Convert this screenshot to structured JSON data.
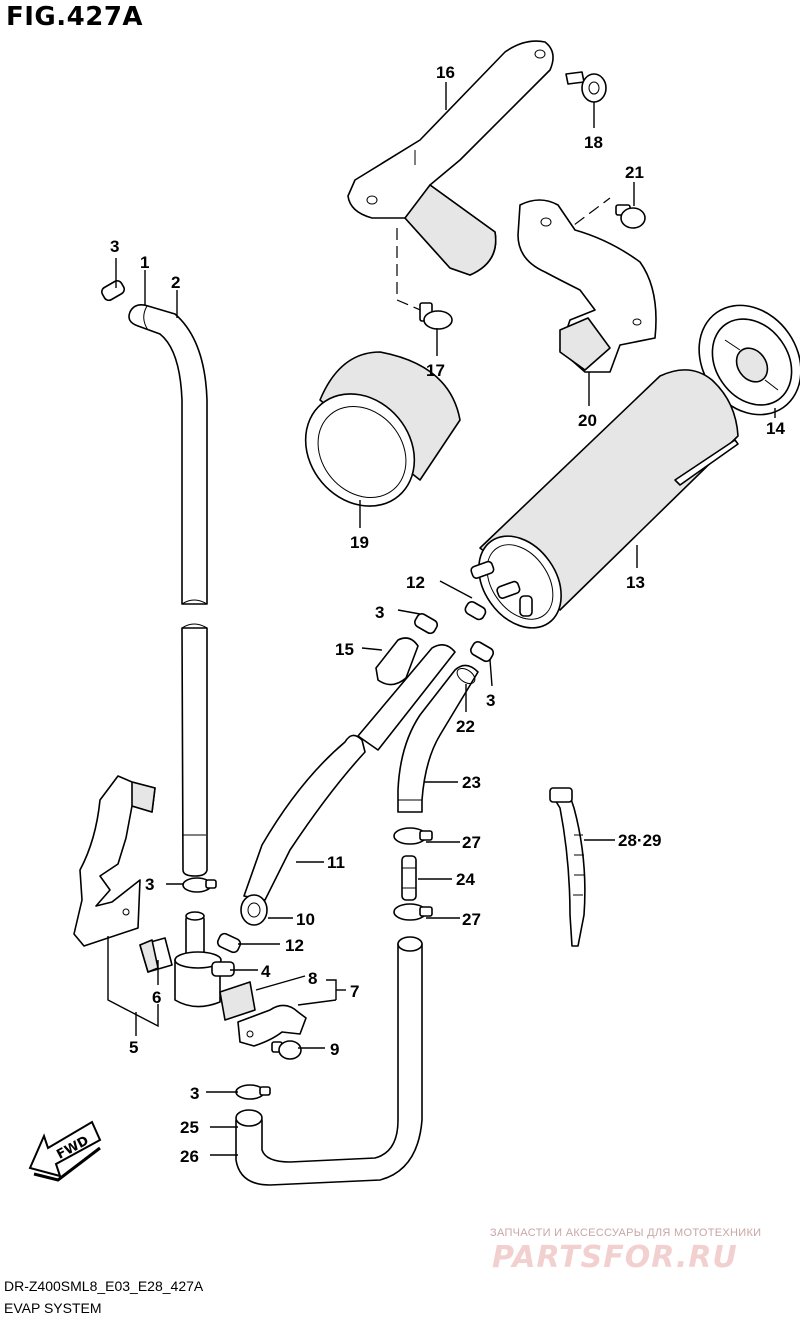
{
  "figure": {
    "title": "FIG.427A",
    "model_code": "DR-Z400SML8_E03_E28_427A",
    "section": "EVAP SYSTEM",
    "fwd_label": "FWD"
  },
  "watermark": {
    "tagline": "ЗАПЧАСТИ И АКСЕССУАРЫ ДЛЯ МОТОТЕХНИКИ",
    "logo": "PARTSFOR.RU"
  },
  "callouts": [
    "1",
    "2",
    "3",
    "3",
    "3",
    "3",
    "3",
    "4",
    "5",
    "6",
    "7",
    "8",
    "9",
    "10",
    "11",
    "12",
    "12",
    "13",
    "14",
    "15",
    "16",
    "17",
    "18",
    "19",
    "20",
    "21",
    "22",
    "23",
    "24",
    "25",
    "26",
    "27",
    "27",
    "28·29"
  ],
  "colors": {
    "line": "#000000",
    "shade": "#e6e6e6",
    "watermark": "#f2d0d0"
  }
}
